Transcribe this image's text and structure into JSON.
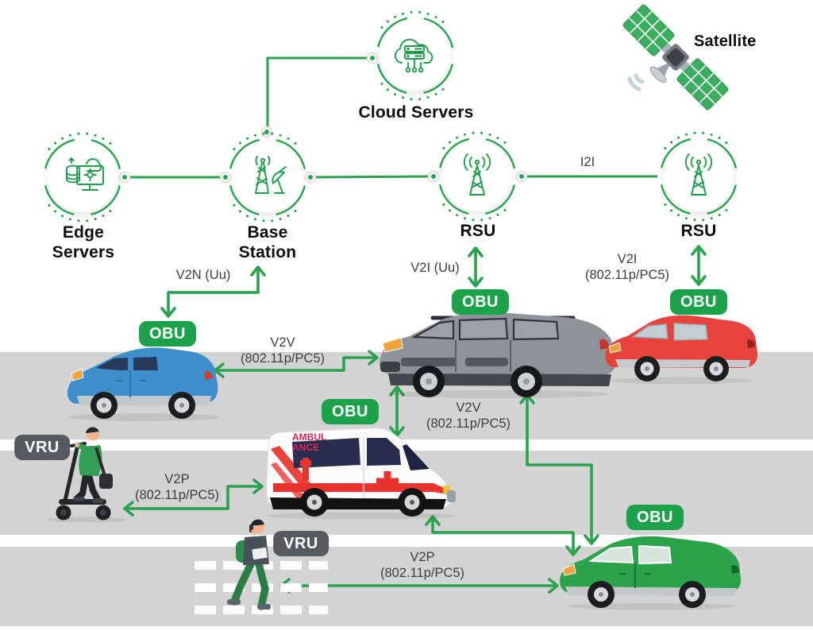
{
  "colors": {
    "accent_green": "#2aa24d",
    "badge_green": "#1da14b",
    "vru_badge_gray": "#565a5e",
    "road_gray": "#d3d3d3",
    "link_label_gray": "#3e3e3e",
    "node_label_black": "#0c0c0c",
    "blue_car": "#3e8ecb",
    "gray_suv": "#8e9399",
    "red_car": "#e8423c",
    "green_car": "#2aa34a",
    "ambulance_stripe_red": "#e8332e"
  },
  "infrastructure": {
    "edge_servers": {
      "label_line1": "Edge",
      "label_line2": "Servers"
    },
    "base_station": {
      "label_line1": "Base",
      "label_line2": "Station"
    },
    "rsu_left": {
      "label": "RSU"
    },
    "rsu_right": {
      "label": "RSU"
    },
    "cloud_servers": {
      "label": "Cloud Servers"
    },
    "satellite": {
      "label": "Satellite"
    }
  },
  "links": {
    "i2i": {
      "label": "I2I"
    },
    "v2n": {
      "label": "V2N (Uu)"
    },
    "v2i_uu": {
      "label": "V2I (Uu)"
    },
    "v2i_pc5": {
      "line1": "V2I",
      "line2": "(802.11p/PC5)"
    },
    "v2v_front": {
      "line1": "V2V",
      "line2": "(802.11p/PC5)"
    },
    "v2v_cross": {
      "line1": "V2V",
      "line2": "(802.11p/PC5)"
    },
    "v2p_scooter": {
      "line1": "V2P",
      "line2": "(802.11p/PC5)"
    },
    "v2p_pedestrian": {
      "line1": "V2P",
      "line2": "(802.11p/PC5)"
    }
  },
  "badges": {
    "obu_label": "OBU",
    "vru_label": "VRU"
  },
  "vehicles": {
    "ambulance": {
      "marking_line1": "AMBUL",
      "marking_line2": "ANCE"
    }
  }
}
